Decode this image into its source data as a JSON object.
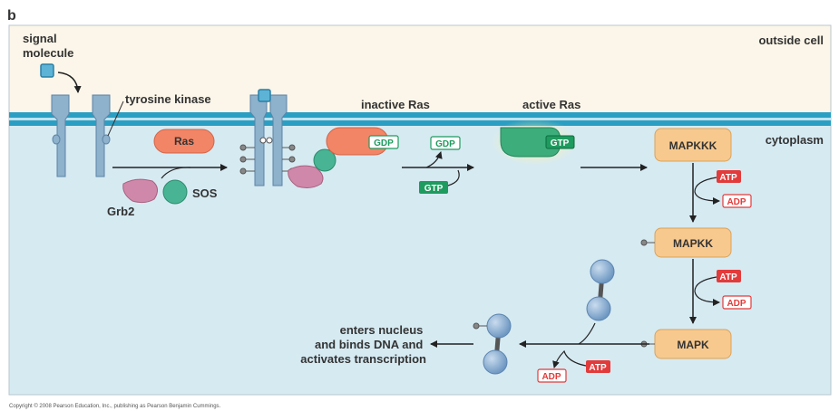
{
  "panel_label": "b",
  "regions": {
    "outside": "outside cell",
    "inside": "cytoplasm"
  },
  "labels": {
    "signal": [
      "signal",
      "molecule"
    ],
    "receptor": "tyrosine kinase",
    "ras": "Ras",
    "grb2": "Grb2",
    "sos": "SOS",
    "inactive_ras": "inactive Ras",
    "active_ras": "active Ras",
    "mapkkk": "MAPKKK",
    "mapkk": "MAPKK",
    "mapk": "MAPK",
    "outcome": [
      "enters nucleus",
      "and binds DNA and",
      "activates transcription"
    ]
  },
  "nucleotides": {
    "gdp": "GDP",
    "gtp": "GTP",
    "atp": "ATP",
    "adp": "ADP"
  },
  "colors": {
    "outside_bg": "#fbf6e9",
    "cytoplasm_bg": "#d6eaf2",
    "membrane": "#2a9fc3",
    "ras": "#f28566",
    "active_ras": "#3dae7b",
    "grb2": "#d088aa",
    "sos": "#48b493",
    "kinase_box": "#f7c98e",
    "atp": "#e23b3b",
    "gtp": "#1e9b5e",
    "receptor": "#8eb1cc"
  },
  "copyright": "Copyright © 2008 Pearson Education, Inc., publishing as Pearson Benjamin Cummings."
}
